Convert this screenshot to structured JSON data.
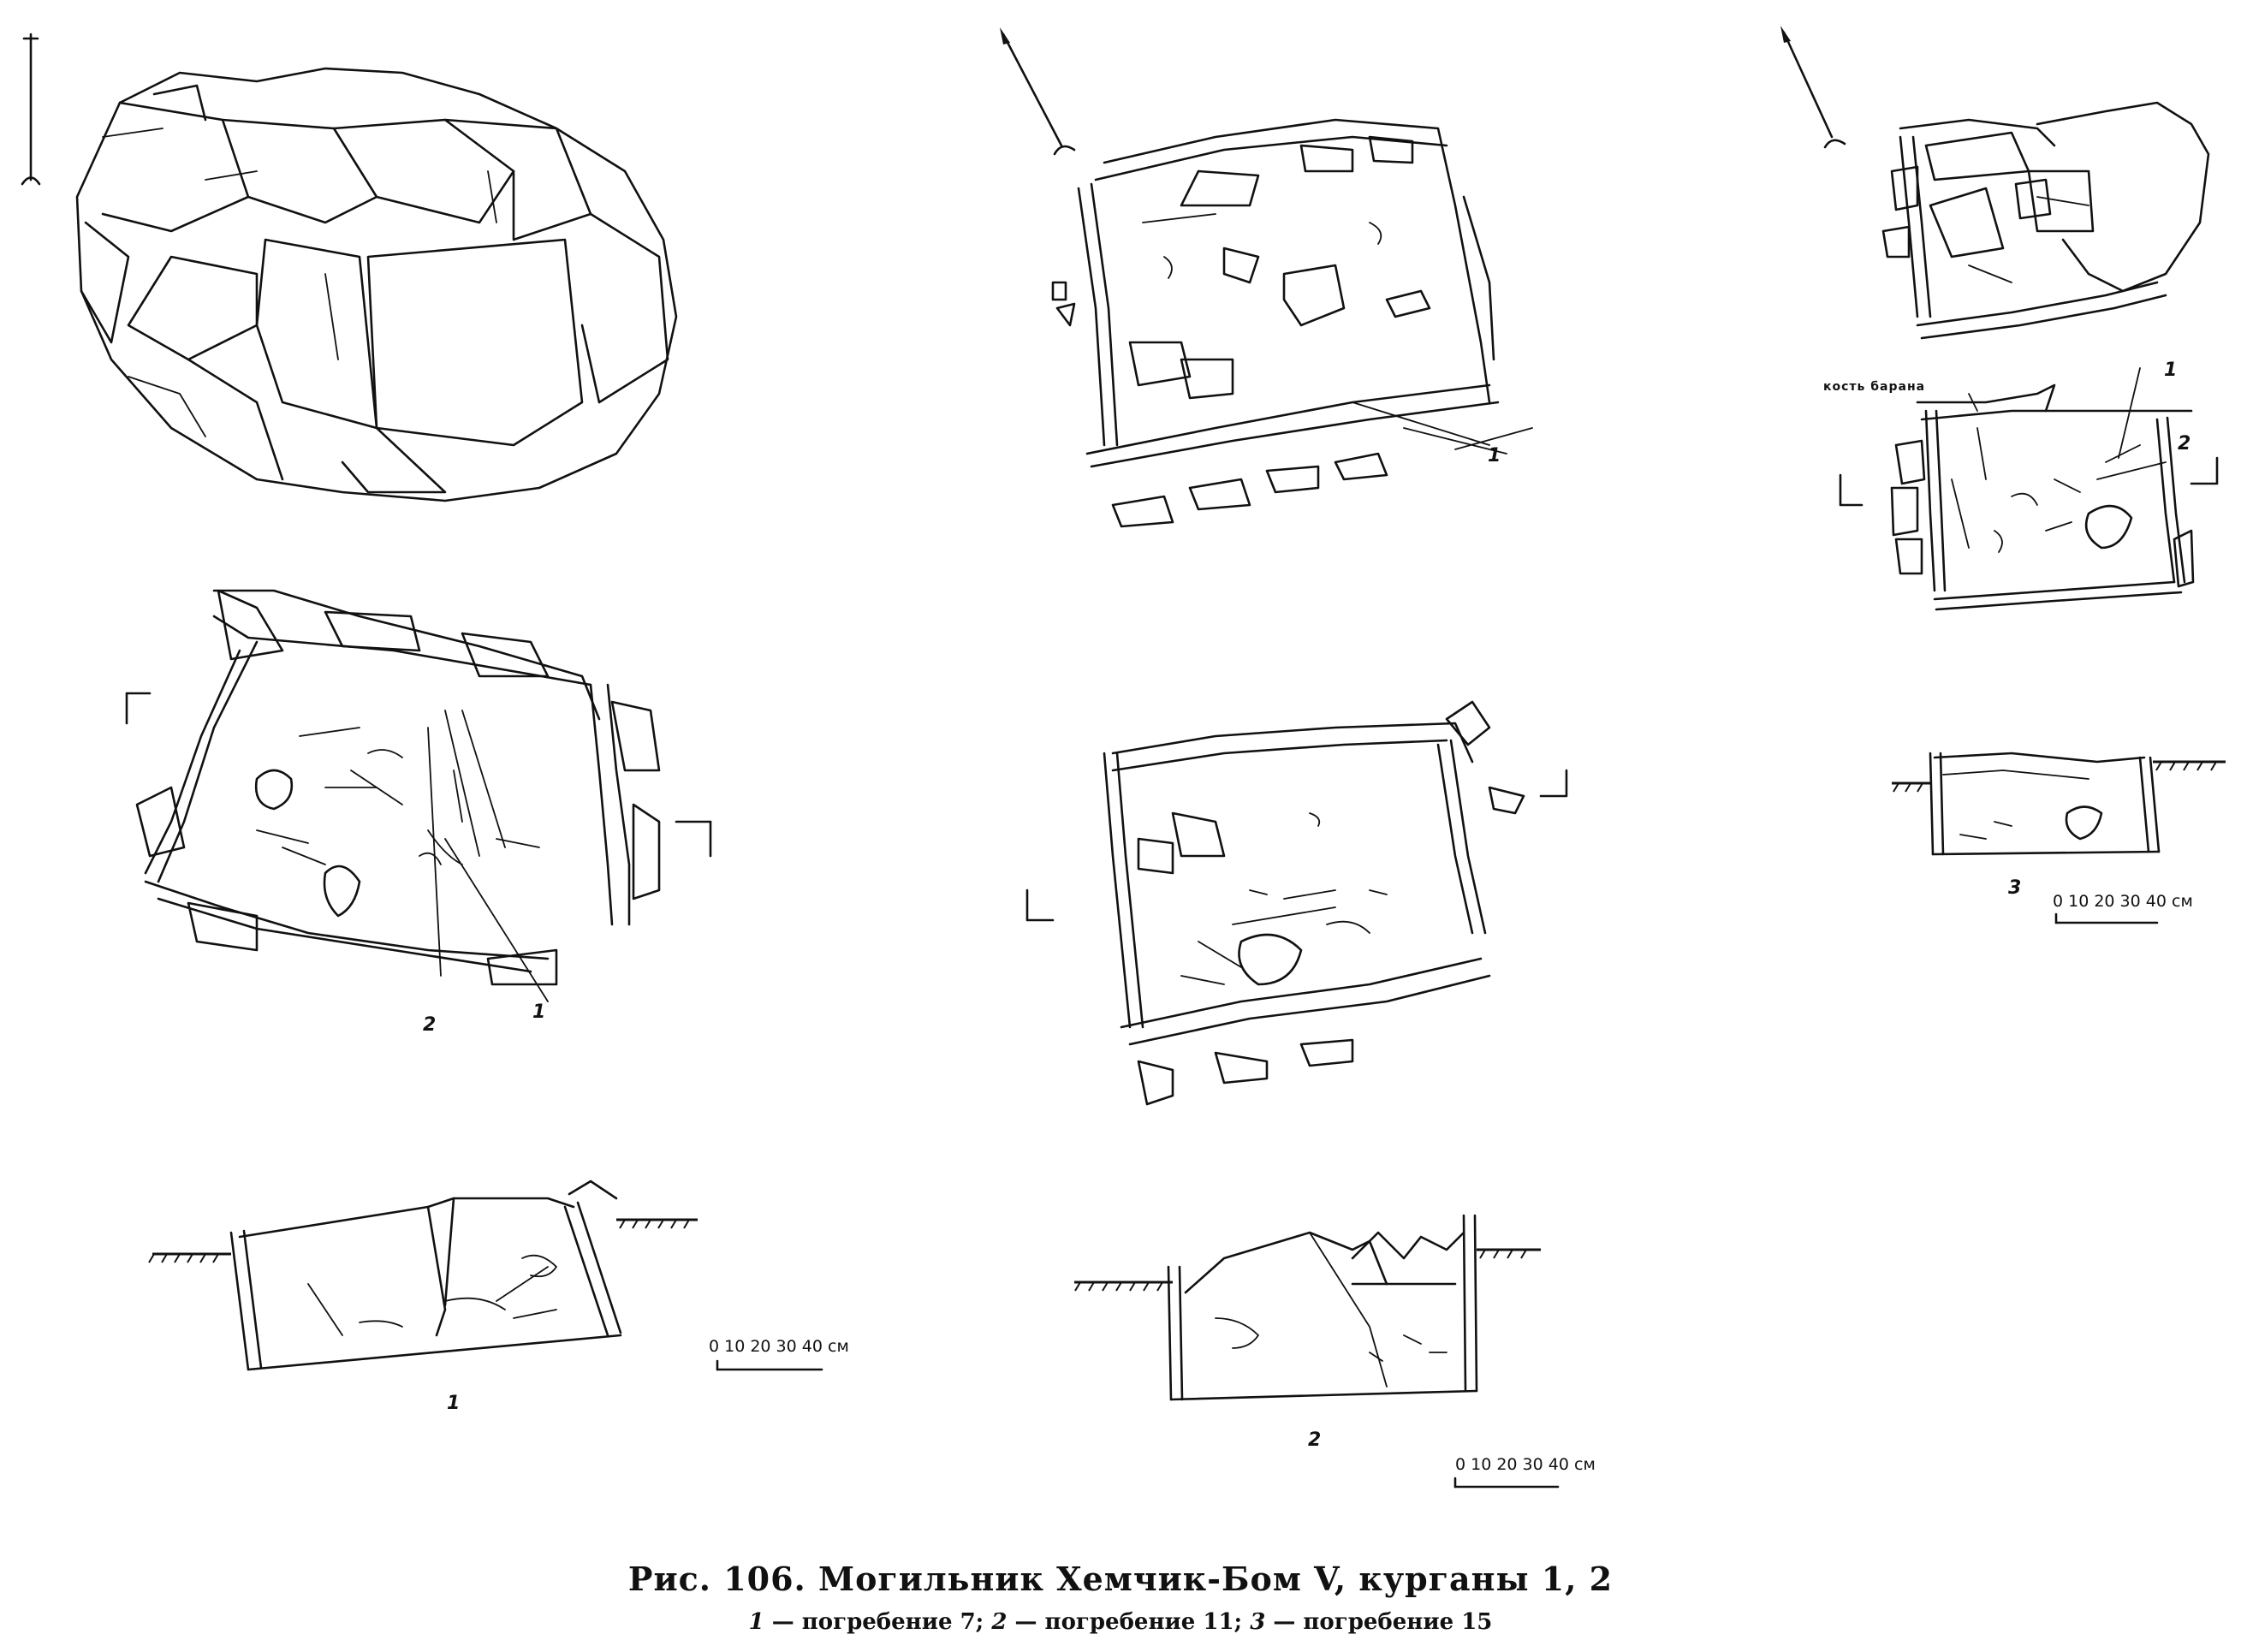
{
  "caption": {
    "title": "Рис. 106. Могильник Хемчик-Бом V, курганы 1, 2",
    "sub_1_num": "1",
    "sub_1_text": " — погребение 7; ",
    "sub_2_num": "2",
    "sub_2_text": " — погребение 11; ",
    "sub_3_num": "3",
    "sub_3_text": " — погребение 15"
  },
  "figures": {
    "fig1": {
      "number": "1",
      "label_a": "2",
      "label_b": "1",
      "scale_text": "0 10 20 30 40 см"
    },
    "fig2": {
      "number": "2",
      "label_a": "1",
      "scale_text": "0 10 20 30 40 см"
    },
    "fig3": {
      "number": "3",
      "label_a": "1",
      "label_b": "2",
      "note": "кость барана",
      "scale_text": "0 10 20 30 40 см"
    }
  }
}
